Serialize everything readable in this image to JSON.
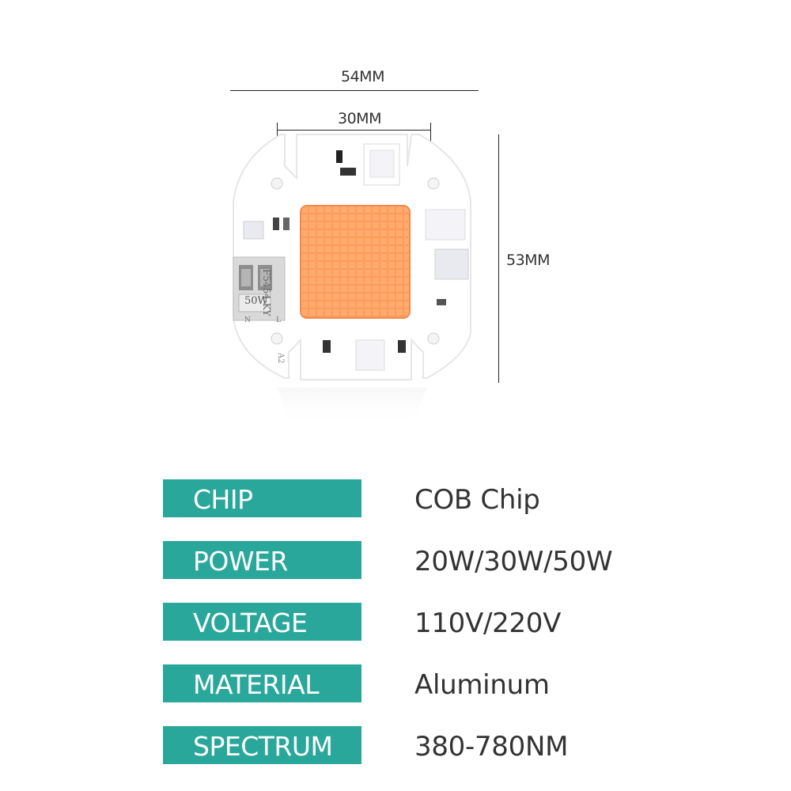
{
  "dimensions": {
    "overall_width": "54MM",
    "chip_width": "30MM",
    "height": "53MM"
  },
  "board": {
    "marking": "F5454-KY",
    "wattage_marking": "50W",
    "terminal_left": "N",
    "terminal_right": "L",
    "revision": "A2"
  },
  "colors": {
    "label_background": "#2aa79b",
    "chip_led": "#ff9a5c",
    "board": "#ffffff"
  },
  "specs": [
    {
      "label": "CHIP",
      "value": "COB Chip"
    },
    {
      "label": "POWER",
      "value": "20W/30W/50W"
    },
    {
      "label": "VOLTAGE",
      "value": "110V/220V"
    },
    {
      "label": "MATERIAL",
      "value": "Aluminum"
    },
    {
      "label": "SPECTRUM",
      "value": "380-780NM"
    }
  ]
}
